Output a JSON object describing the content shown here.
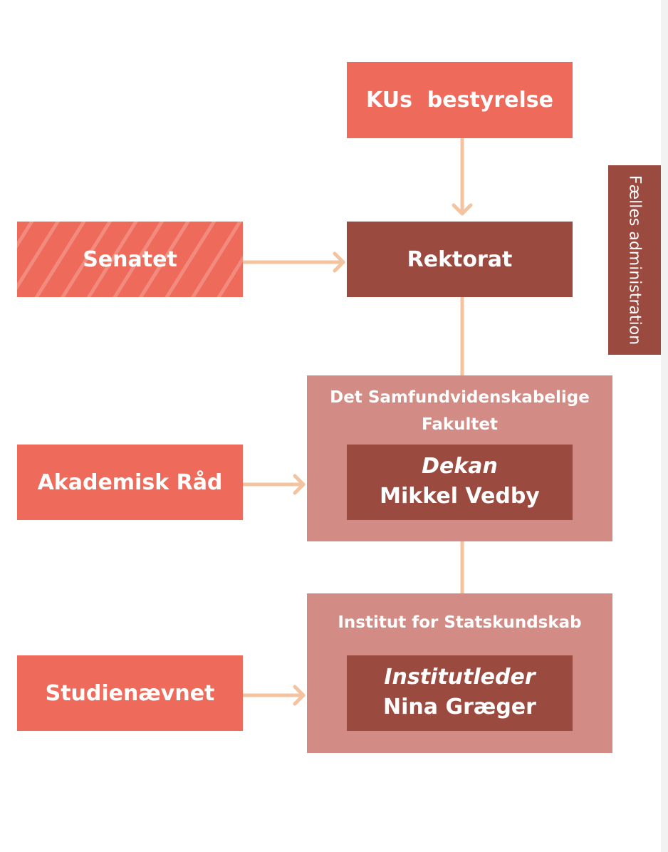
{
  "diagram": {
    "top_board": "KUs  bestyrelse",
    "senate": "Senatet",
    "rectorate": "Rektorat",
    "side_admin": "Fælles administration",
    "academic_council": "Akademisk Råd",
    "faculty": {
      "title_line1": "Det Samfundvidenskabelige",
      "title_line2": "Fakultet",
      "role": "Dekan",
      "person": "Mikkel Vedby"
    },
    "study_board": "Studienævnet",
    "department": {
      "title": "Institut for Statskundskab",
      "role": "Institutleder",
      "person": "Nina Græger"
    }
  },
  "colors": {
    "coral": "#ee6a5a",
    "dark": "#9b4a40",
    "rose": "#d28c85",
    "connector": "#f4c3a0"
  }
}
